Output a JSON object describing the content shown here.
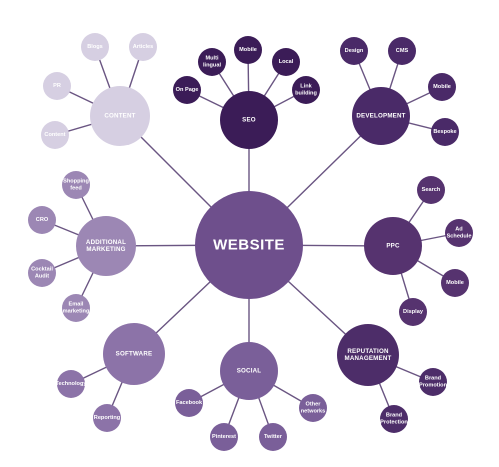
{
  "hub": {
    "label": "WEBSITE",
    "color": "#6e4f8c"
  },
  "categories": [
    {
      "id": "content",
      "label": [
        "CONTENT"
      ],
      "color": "#d6cfe2",
      "leaves": [
        {
          "label": [
            "Blogs"
          ]
        },
        {
          "label": [
            "Articles"
          ]
        },
        {
          "label": [
            "PR"
          ]
        },
        {
          "label": [
            "Content"
          ]
        }
      ]
    },
    {
      "id": "seo",
      "label": [
        "SEO"
      ],
      "color": "#3b1c57",
      "leaves": [
        {
          "label": [
            "On Page"
          ]
        },
        {
          "label": [
            "Multi",
            "lingual"
          ]
        },
        {
          "label": [
            "Mobile"
          ]
        },
        {
          "label": [
            "Local"
          ]
        },
        {
          "label": [
            "Link",
            "building"
          ]
        }
      ]
    },
    {
      "id": "development",
      "label": [
        "DEVELOPMENT"
      ],
      "color": "#4a2a68",
      "leaves": [
        {
          "label": [
            "Design"
          ]
        },
        {
          "label": [
            "CMS"
          ]
        },
        {
          "label": [
            "Mobile"
          ]
        },
        {
          "label": [
            "Bespoke"
          ]
        }
      ]
    },
    {
      "id": "additional-marketing",
      "label": [
        "ADDITIONAL",
        "MARKETING"
      ],
      "color": "#9c87b4",
      "leaves": [
        {
          "label": [
            "Shopping",
            "feed"
          ]
        },
        {
          "label": [
            "CRO"
          ]
        },
        {
          "label": [
            "Cocktail",
            "Audit"
          ]
        },
        {
          "label": [
            "Email",
            "marketing"
          ]
        }
      ]
    },
    {
      "id": "ppc",
      "label": [
        "PPC"
      ],
      "color": "#56336f",
      "leaves": [
        {
          "label": [
            "Search"
          ]
        },
        {
          "label": [
            "Ad",
            "Schedule"
          ]
        },
        {
          "label": [
            "Mobile"
          ]
        },
        {
          "label": [
            "Display"
          ]
        }
      ]
    },
    {
      "id": "software",
      "label": [
        "SOFTWARE"
      ],
      "color": "#8c73a8",
      "leaves": [
        {
          "label": [
            "Technology"
          ]
        },
        {
          "label": [
            "Reporting"
          ]
        }
      ]
    },
    {
      "id": "social",
      "label": [
        "SOCIAL"
      ],
      "color": "#7a5f99",
      "leaves": [
        {
          "label": [
            "Facebook"
          ]
        },
        {
          "label": [
            "Pinterest"
          ]
        },
        {
          "label": [
            "Twitter"
          ]
        },
        {
          "label": [
            "Other",
            "networks"
          ]
        }
      ]
    },
    {
      "id": "reputation-management",
      "label": [
        "REPUTATION",
        "MANAGEMENT"
      ],
      "color": "#4d2d69",
      "leaves": [
        {
          "label": [
            "Brand",
            "Promotion"
          ]
        },
        {
          "label": [
            "Brand",
            "Protection"
          ]
        }
      ]
    }
  ]
}
